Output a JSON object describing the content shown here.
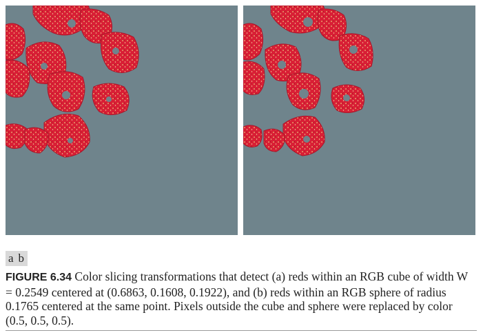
{
  "figure": {
    "panel_labels": [
      "a",
      "b"
    ],
    "caption": {
      "label": "FIGURE 6.34",
      "text": " Color slicing transformations that detect (a) reds within an RGB cube of width W = 0.2549 centered at (0.6863, 0.1608, 0.1922), and (b) reds within an RGB sphere of radius 0.1765 centered at the same point. Pixels outside the cube and sphere were replaced by color (0.5, 0.5, 0.5)."
    },
    "colors": {
      "background_gray": "#6f848c",
      "strawberry_red": "#d81f35",
      "strawberry_dark": "#9e1424",
      "seed_yellow": "#e9c27a"
    }
  }
}
